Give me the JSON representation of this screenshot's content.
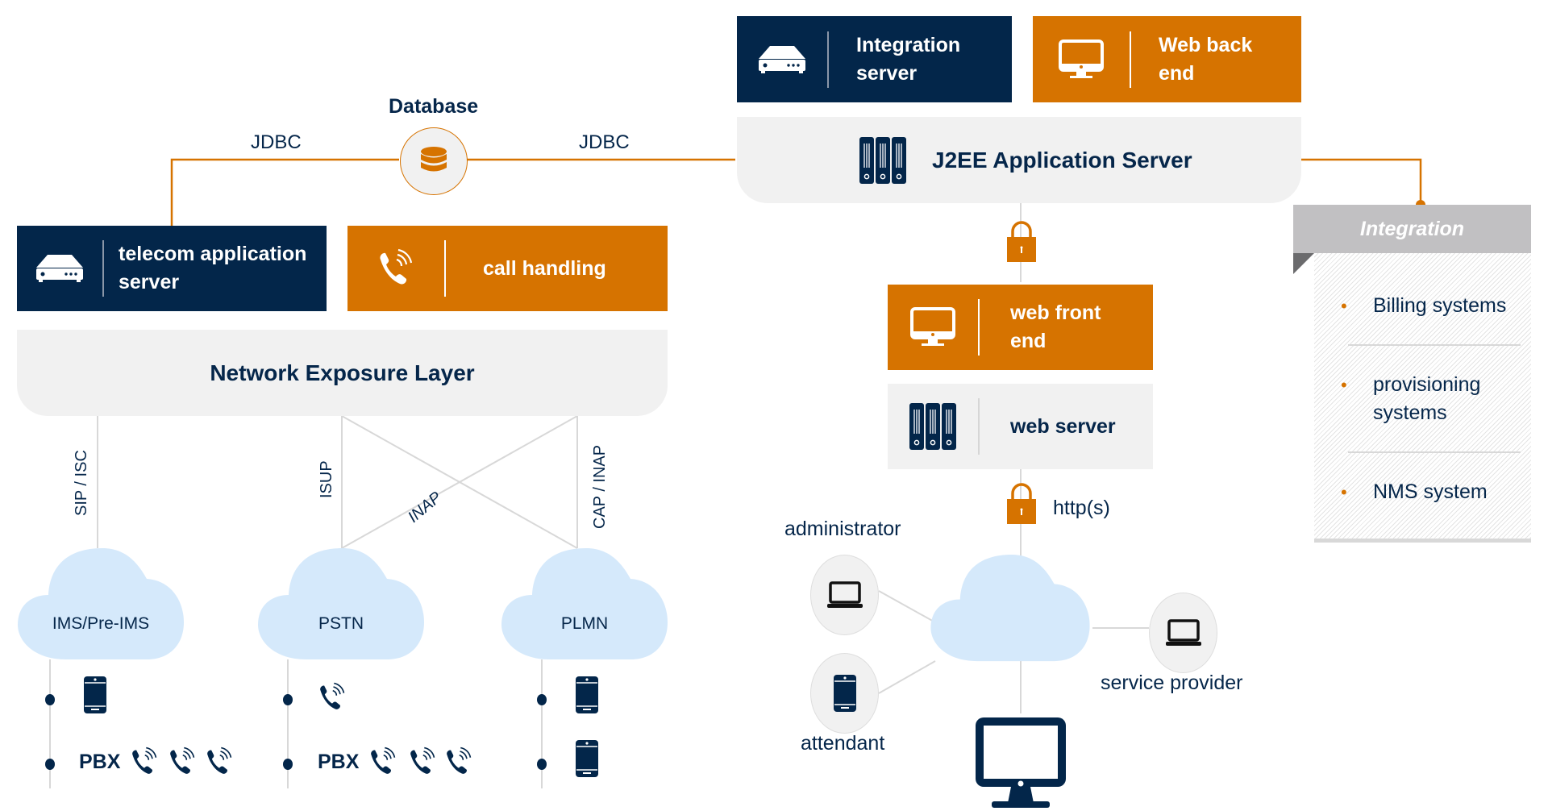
{
  "colors": {
    "navy": "#03264a",
    "orange": "#d67300",
    "light_gray": "#f1f1f1",
    "cloud_blue": "#d5e9fb",
    "integration_header": "#c1c0c2"
  },
  "database": {
    "title": "Database",
    "icon": "database-icon",
    "left_link": "JDBC",
    "right_link": "JDBC"
  },
  "left_stack": {
    "telecom_server": {
      "label": "telecom application server",
      "icon": "server-appliance-icon"
    },
    "call_handling": {
      "label": "call handling",
      "icon": "phone-ringing-icon"
    },
    "network_exposure_layer": "Network Exposure Layer",
    "protocols": {
      "sip": "SIP / ISC",
      "isup": "ISUP",
      "inap": "INAP",
      "cap_inap": "CAP / INAP"
    },
    "networks": [
      {
        "name": "IMS/Pre-IMS",
        "devices": [
          {
            "type": "mobile-phone-icon",
            "label": ""
          },
          {
            "type": "pbx",
            "label": "PBX",
            "phones": 3
          }
        ]
      },
      {
        "name": "PSTN",
        "devices": [
          {
            "type": "phone-ringing-icon",
            "label": ""
          },
          {
            "type": "pbx",
            "label": "PBX",
            "phones": 3
          }
        ]
      },
      {
        "name": "PLMN",
        "devices": [
          {
            "type": "mobile-phone-icon",
            "label": ""
          },
          {
            "type": "mobile-phone-icon",
            "label": ""
          }
        ]
      }
    ]
  },
  "right_stack": {
    "integration_server": {
      "label": "Integration server",
      "icon": "server-appliance-icon"
    },
    "web_back_end": {
      "label": "Web back end",
      "icon": "monitor-icon"
    },
    "j2ee": {
      "label": "J2EE Application Server",
      "icon": "server-rack-icon"
    },
    "web_front_end": {
      "label": "web front end",
      "icon": "monitor-icon"
    },
    "web_server": {
      "label": "web server",
      "icon": "server-rack-icon"
    },
    "http_label": "http(s)",
    "clients": {
      "administrator": "administrator",
      "attendant": "attendant",
      "service_provider": "service provider"
    }
  },
  "integration": {
    "title": "Integration",
    "items": [
      "Billing systems",
      "provisioning systems",
      "NMS system"
    ]
  }
}
